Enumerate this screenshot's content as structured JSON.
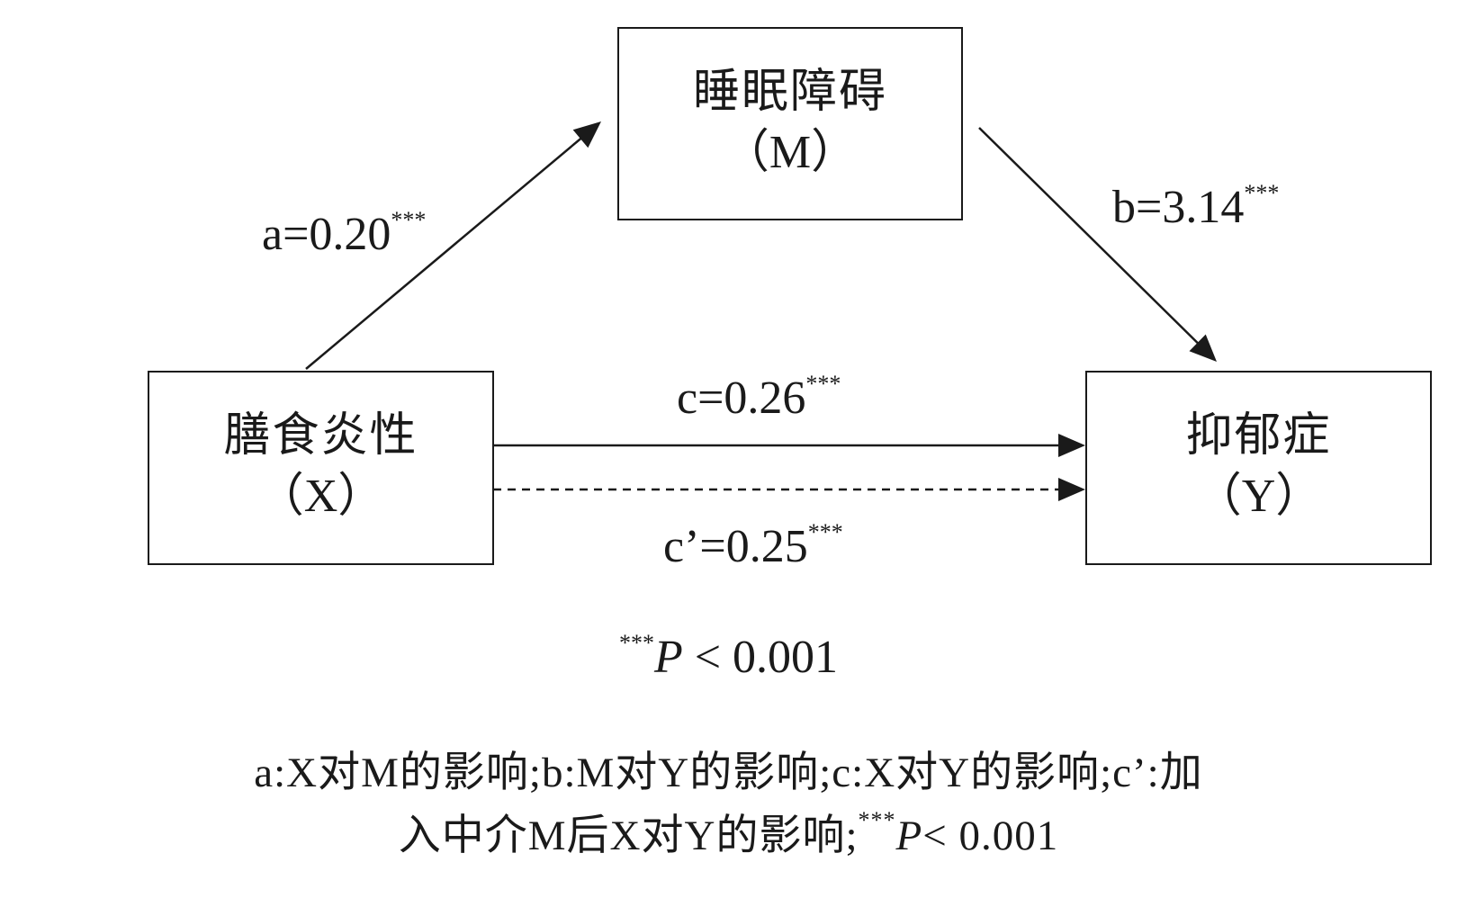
{
  "nodes": {
    "m": {
      "name": "睡眠障碍",
      "abbr": "（M）"
    },
    "x": {
      "name": "膳食炎性",
      "abbr": "（X）"
    },
    "y": {
      "name": "抑郁症",
      "abbr": "（Y）"
    }
  },
  "paths": {
    "a": {
      "label": "a=0.20",
      "sig": "***"
    },
    "b": {
      "label": "b=3.14",
      "sig": "***"
    },
    "c": {
      "label": "c=0.26",
      "sig": "***"
    },
    "c_prime": {
      "label": "c’=0.25",
      "sig": "***",
      "line_style": "dashed"
    }
  },
  "significance_note": {
    "stars": "***",
    "p": "P",
    "rest": " < 0.001"
  },
  "caption": {
    "line1": "a:X对M的影响;b:M对Y的影响;c:X对Y的影响;c’:加",
    "line2_text": "入中介M后X对Y的影响;",
    "line2_stars": "***",
    "line2_p": "P",
    "line2_rest": "< 0.001"
  },
  "colors": {
    "stroke": "#1a1a1a",
    "background": "#ffffff"
  }
}
